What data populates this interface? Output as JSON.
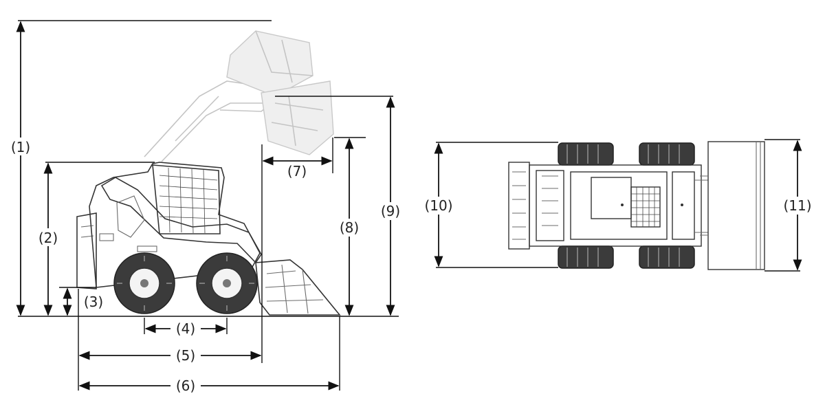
{
  "diagram": {
    "dimension_labels": [
      {
        "id": "d1",
        "text": "(1)"
      },
      {
        "id": "d2",
        "text": "(2)"
      },
      {
        "id": "d3",
        "text": "(3)"
      },
      {
        "id": "d4",
        "text": "(4)"
      },
      {
        "id": "d5",
        "text": "(5)"
      },
      {
        "id": "d6",
        "text": "(6)"
      },
      {
        "id": "d7",
        "text": "(7)"
      },
      {
        "id": "d8",
        "text": "(8)"
      },
      {
        "id": "d9",
        "text": "(9)"
      },
      {
        "id": "d10",
        "text": "(10)"
      },
      {
        "id": "d11",
        "text": "(11)"
      }
    ]
  }
}
